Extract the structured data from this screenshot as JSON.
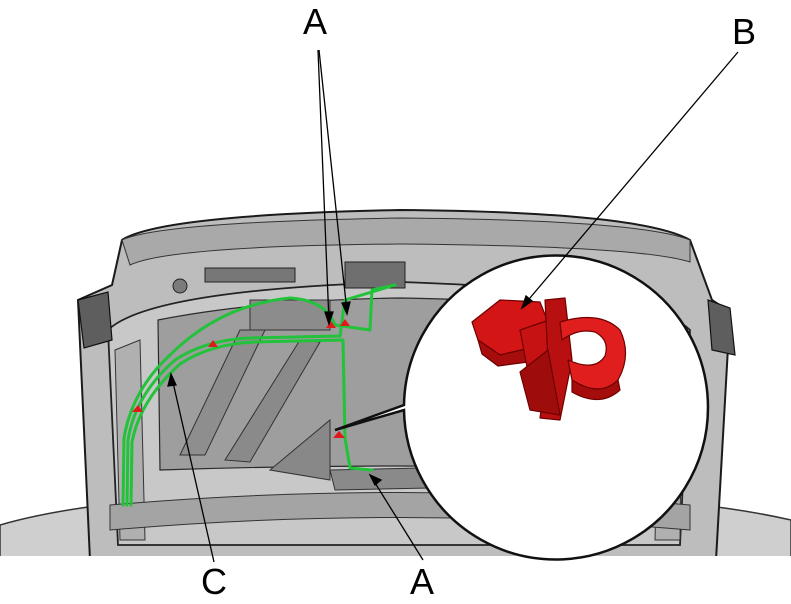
{
  "callouts": {
    "a_top": "A",
    "a_bottom": "A",
    "b": "B",
    "c": "C"
  },
  "colors": {
    "harness": "#22c23a",
    "clip": "#e01a1a",
    "body_panel": "#b9b9b9",
    "outline": "#1a1a1a"
  }
}
